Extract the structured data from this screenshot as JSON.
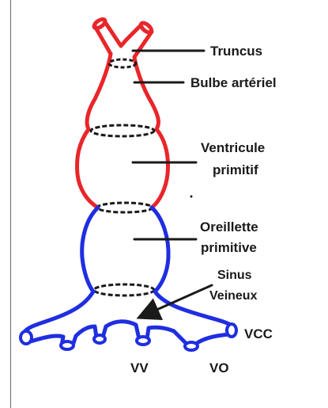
{
  "diagram": {
    "colors": {
      "arterial": "#e8262a",
      "venous": "#1f2ee0",
      "ink": "#1a1a1a",
      "rule": "#6b6b6b"
    },
    "labels": {
      "truncus": "Truncus",
      "bulbe": "Bulbe artériel",
      "ventricule_line1": "Ventricule",
      "ventricule_line2": "primitif",
      "oreillette_line1": "Oreillette",
      "oreillette_line2": "primitive",
      "sinus_line1": "Sinus",
      "sinus_line2": "Veineux",
      "vcc": "VCC",
      "vv": "VV",
      "vo": "VO"
    }
  }
}
